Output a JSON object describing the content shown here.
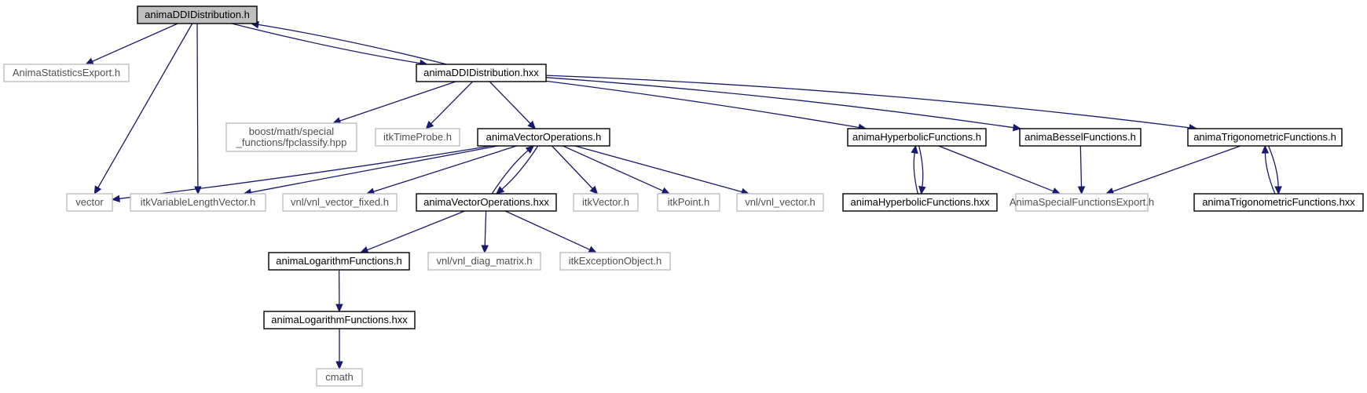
{
  "colors": {
    "edge": "#191970",
    "root_fill": "#bfbfbf",
    "node_border_defined": "#000000",
    "node_border_external": "#bfbfbf",
    "node_fill": "#ffffff"
  },
  "nodes": {
    "root": {
      "lines": [
        "animaDDIDistribution.h"
      ],
      "kind": "root"
    },
    "statsExport": {
      "lines": [
        "AnimaStatisticsExport.h"
      ],
      "kind": "external"
    },
    "ddiHxx": {
      "lines": [
        "animaDDIDistribution.hxx"
      ],
      "kind": "defined"
    },
    "fpclassify": {
      "lines": [
        "boost/math/special",
        "_functions/fpclassify.hpp"
      ],
      "kind": "external"
    },
    "timeProbe": {
      "lines": [
        "itkTimeProbe.h"
      ],
      "kind": "external"
    },
    "vecOpsH": {
      "lines": [
        "animaVectorOperations.h"
      ],
      "kind": "defined"
    },
    "hypH": {
      "lines": [
        "animaHyperbolicFunctions.h"
      ],
      "kind": "defined"
    },
    "besselH": {
      "lines": [
        "animaBesselFunctions.h"
      ],
      "kind": "defined"
    },
    "trigH": {
      "lines": [
        "animaTrigonometricFunctions.h"
      ],
      "kind": "defined"
    },
    "vector": {
      "lines": [
        "vector"
      ],
      "kind": "external"
    },
    "itkVLV": {
      "lines": [
        "itkVariableLengthVector.h"
      ],
      "kind": "external"
    },
    "vnlFixed": {
      "lines": [
        "vnl/vnl_vector_fixed.h"
      ],
      "kind": "external"
    },
    "vecOpsHxx": {
      "lines": [
        "animaVectorOperations.hxx"
      ],
      "kind": "defined"
    },
    "itkVector": {
      "lines": [
        "itkVector.h"
      ],
      "kind": "external"
    },
    "itkPoint": {
      "lines": [
        "itkPoint.h"
      ],
      "kind": "external"
    },
    "vnlVector": {
      "lines": [
        "vnl/vnl_vector.h"
      ],
      "kind": "external"
    },
    "hypHxx": {
      "lines": [
        "animaHyperbolicFunctions.hxx"
      ],
      "kind": "defined"
    },
    "specExport": {
      "lines": [
        "AnimaSpecialFunctionsExport.h"
      ],
      "kind": "external"
    },
    "trigHxx": {
      "lines": [
        "animaTrigonometricFunctions.hxx"
      ],
      "kind": "defined"
    },
    "logH": {
      "lines": [
        "animaLogarithmFunctions.h"
      ],
      "kind": "defined"
    },
    "vnlDiag": {
      "lines": [
        "vnl/vnl_diag_matrix.h"
      ],
      "kind": "external"
    },
    "itkExc": {
      "lines": [
        "itkExceptionObject.h"
      ],
      "kind": "external"
    },
    "logHxx": {
      "lines": [
        "animaLogarithmFunctions.hxx"
      ],
      "kind": "defined"
    },
    "cmath": {
      "lines": [
        "cmath"
      ],
      "kind": "external"
    }
  },
  "edges": [
    [
      "root",
      "statsExport"
    ],
    [
      "root",
      "ddiHxx"
    ],
    [
      "root",
      "vector"
    ],
    [
      "root",
      "itkVLV"
    ],
    [
      "ddiHxx",
      "root"
    ],
    [
      "ddiHxx",
      "fpclassify"
    ],
    [
      "ddiHxx",
      "timeProbe"
    ],
    [
      "ddiHxx",
      "vecOpsH"
    ],
    [
      "ddiHxx",
      "hypH"
    ],
    [
      "ddiHxx",
      "besselH"
    ],
    [
      "ddiHxx",
      "trigH"
    ],
    [
      "vecOpsH",
      "vector"
    ],
    [
      "vecOpsH",
      "itkVLV"
    ],
    [
      "vecOpsH",
      "vnlFixed"
    ],
    [
      "vecOpsH",
      "vecOpsHxx"
    ],
    [
      "vecOpsH",
      "itkVector"
    ],
    [
      "vecOpsH",
      "itkPoint"
    ],
    [
      "vecOpsH",
      "vnlVector"
    ],
    [
      "vecOpsHxx",
      "vecOpsH"
    ],
    [
      "vecOpsHxx",
      "logH"
    ],
    [
      "vecOpsHxx",
      "vnlDiag"
    ],
    [
      "vecOpsHxx",
      "itkExc"
    ],
    [
      "logH",
      "logHxx"
    ],
    [
      "logHxx",
      "cmath"
    ],
    [
      "hypH",
      "hypHxx"
    ],
    [
      "hypH",
      "specExport"
    ],
    [
      "hypHxx",
      "hypH"
    ],
    [
      "besselH",
      "specExport"
    ],
    [
      "trigH",
      "specExport"
    ],
    [
      "trigH",
      "trigHxx"
    ],
    [
      "trigHxx",
      "trigH"
    ]
  ]
}
